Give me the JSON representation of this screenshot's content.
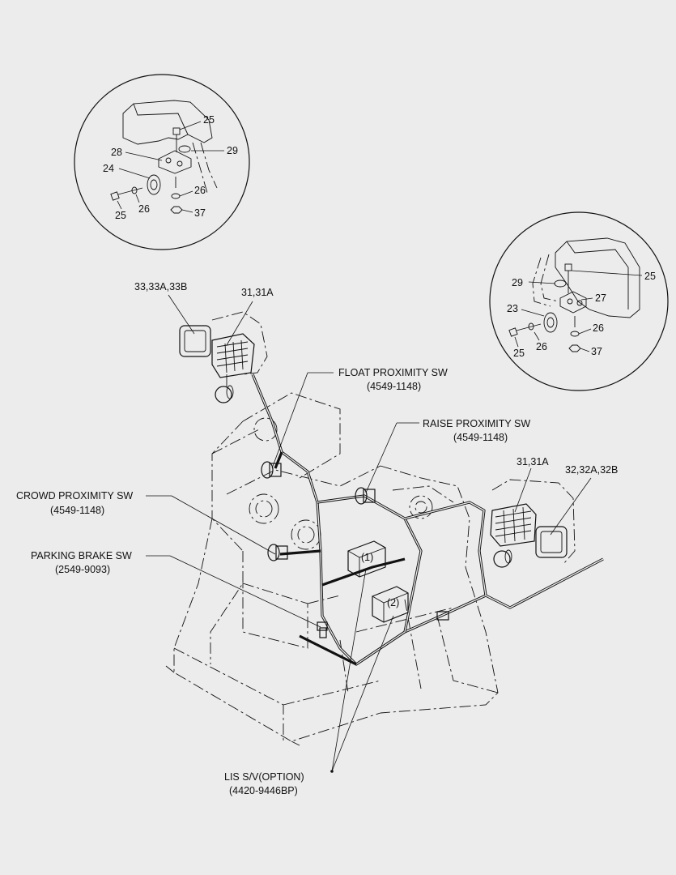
{
  "detail_left": {
    "callouts": [
      "25",
      "29",
      "28",
      "24",
      "26",
      "25",
      "26",
      "37"
    ]
  },
  "detail_right": {
    "callouts": [
      "25",
      "29",
      "27",
      "23",
      "26",
      "25",
      "26",
      "37"
    ]
  },
  "main": {
    "lamp_left_callouts": [
      "33,33A,33B",
      "31,31A"
    ],
    "lamp_right_callouts": [
      "31,31A",
      "32,32A,32B"
    ],
    "float_sw": {
      "name": "FLOAT PROXIMITY SW",
      "part": "(4549-1148)"
    },
    "raise_sw": {
      "name": "RAISE PROXIMITY SW",
      "part": "(4549-1148)"
    },
    "crowd_sw": {
      "name": "CROWD PROXIMITY SW",
      "part": "(4549-1148)"
    },
    "parking_sw": {
      "name": "PARKING BRAKE SW",
      "part": "(2549-9093)"
    },
    "lis_sv": {
      "name": "LIS S/V(OPTION)",
      "part": "(4420-9446BP)"
    },
    "valve_marks": [
      "(1)",
      "(2)"
    ]
  }
}
